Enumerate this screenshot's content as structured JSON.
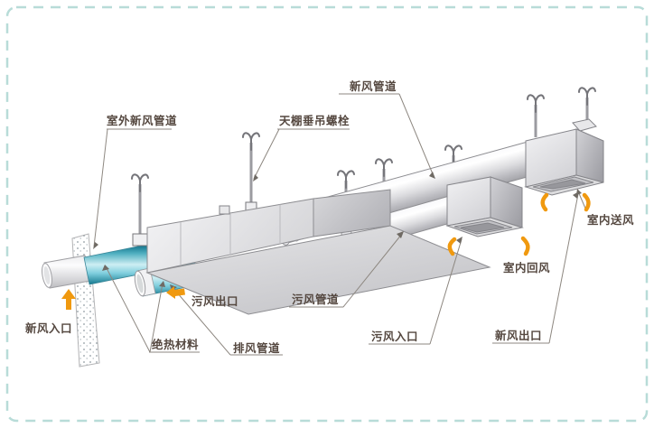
{
  "diagram": {
    "labels": {
      "outdoor_fresh_air_duct": "室外新风管道",
      "ceiling_hanging_bolt": "天棚垂吊螺栓",
      "fresh_air_duct": "新风管道",
      "indoor_supply_air": "室内送风",
      "indoor_return_air": "室内回风",
      "foul_air_outlet": "污风出口",
      "fresh_air_inlet": "新风入口",
      "insulation_material": "绝热材料",
      "exhaust_air_duct": "排风管道",
      "foul_air_duct": "污风管道",
      "foul_air_inlet": "污风入口",
      "fresh_air_outlet": "新风出口"
    },
    "colors": {
      "border_dash": "#b8dcd8",
      "label_text": "#554840",
      "leader_line": "#8d8780",
      "insulated_pipe_teal": "#2f97ac",
      "airflow_arrow_orange": "#f0990f",
      "duct_metal": "#c9c9cd"
    }
  }
}
